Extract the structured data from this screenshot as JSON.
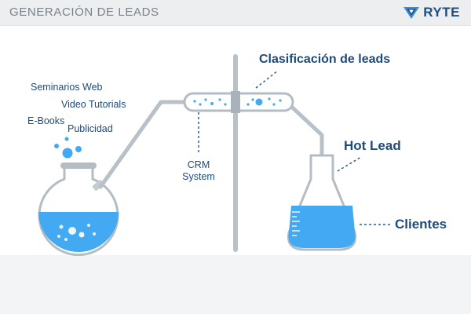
{
  "header": {
    "title": "GENERACIÓN DE LEADS",
    "logo_text": "RYTE",
    "logo_icon": "ryte-logo-icon"
  },
  "sources": {
    "seminars": "Seminarios Web",
    "video_tutorials": "Video Tutorials",
    "ebooks": "E-Books",
    "advertising": "Publicidad"
  },
  "crm": {
    "line1": "CRM",
    "line2": "System"
  },
  "lead_classification": "Clasificación de leads",
  "hot_lead": "Hot Lead",
  "clients": "Clientes",
  "colors": {
    "liquid": "#43a9f2",
    "glass_outline": "#b4bcc4",
    "text_dark_blue": "#1f4a7a",
    "header_text": "#7c8289",
    "logo_blue": "#1e4f80",
    "dashed_line": "#2a5f93"
  }
}
